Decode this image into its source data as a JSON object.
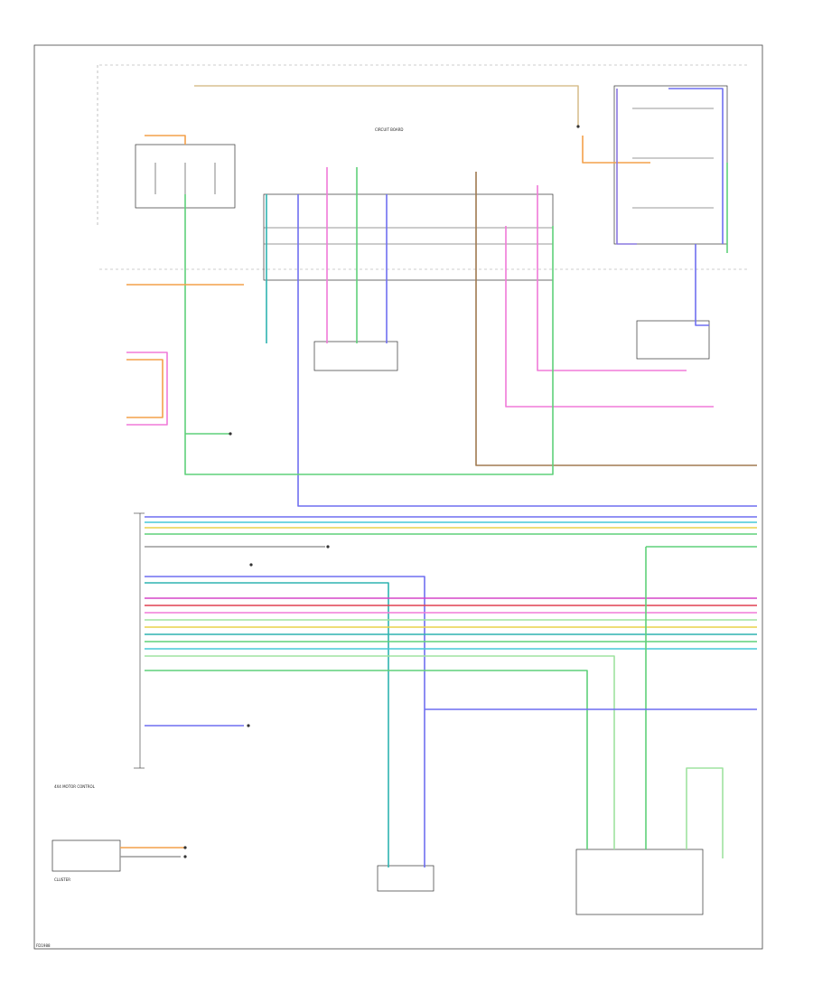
{
  "title": "",
  "labels": {
    "top_center": "CIRCUIT BOARD",
    "lower_left_module": "4X4 MOTOR CONTROL",
    "clutter": "CLUSTER",
    "footer_code": "FD1988"
  },
  "colors": {
    "orange": "#f4a04a",
    "yellow": "#e8d24a",
    "pink": "#f07ad8",
    "magenta": "#d646c8",
    "red": "#e04050",
    "green": "#5fd07a",
    "lightgreen": "#9fe3a0",
    "cyan": "#47c7d8",
    "teal": "#2fb3b0",
    "blue": "#6f6ff0",
    "violet": "#8a78e0",
    "brown": "#a07a50",
    "tan": "#d8c090",
    "gray": "#9a9a9a",
    "black": "#333333"
  }
}
